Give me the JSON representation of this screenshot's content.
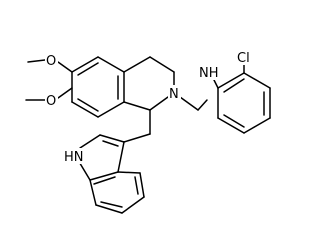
{
  "structure": {
    "bond_color": "#000000",
    "background_color": "#ffffff",
    "atoms": {
      "methoxy_top": "O",
      "methoxy_bottom": "O",
      "ring_nitrogen": "N",
      "amine": "NH",
      "chlorine": "Cl",
      "indole_nh": "HN"
    }
  }
}
